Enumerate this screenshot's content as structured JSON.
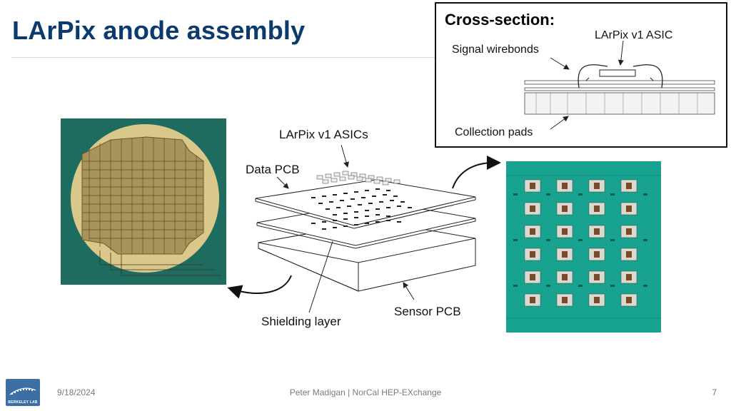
{
  "slide": {
    "title": "LArPix anode assembly"
  },
  "cross_section": {
    "heading": "Cross-section:",
    "asic_label": "LArPix v1 ASIC",
    "wirebonds_label": "Signal wirebonds",
    "pads_label": "Collection pads"
  },
  "diagram": {
    "asics_label": "LArPix v1 ASICs",
    "data_pcb_label": "Data PCB",
    "shielding_label": "Shielding layer",
    "sensor_pcb_label": "Sensor PCB"
  },
  "footer": {
    "date": "9/18/2024",
    "presenter": "Peter Madigan | NorCal HEP-EXchange",
    "page_number": "7",
    "logo_text": "BERKELEY LAB"
  },
  "colors": {
    "title": "#0b3a6e",
    "pcb_green": "#16a08c",
    "gold_disk": "#d9c88a"
  }
}
